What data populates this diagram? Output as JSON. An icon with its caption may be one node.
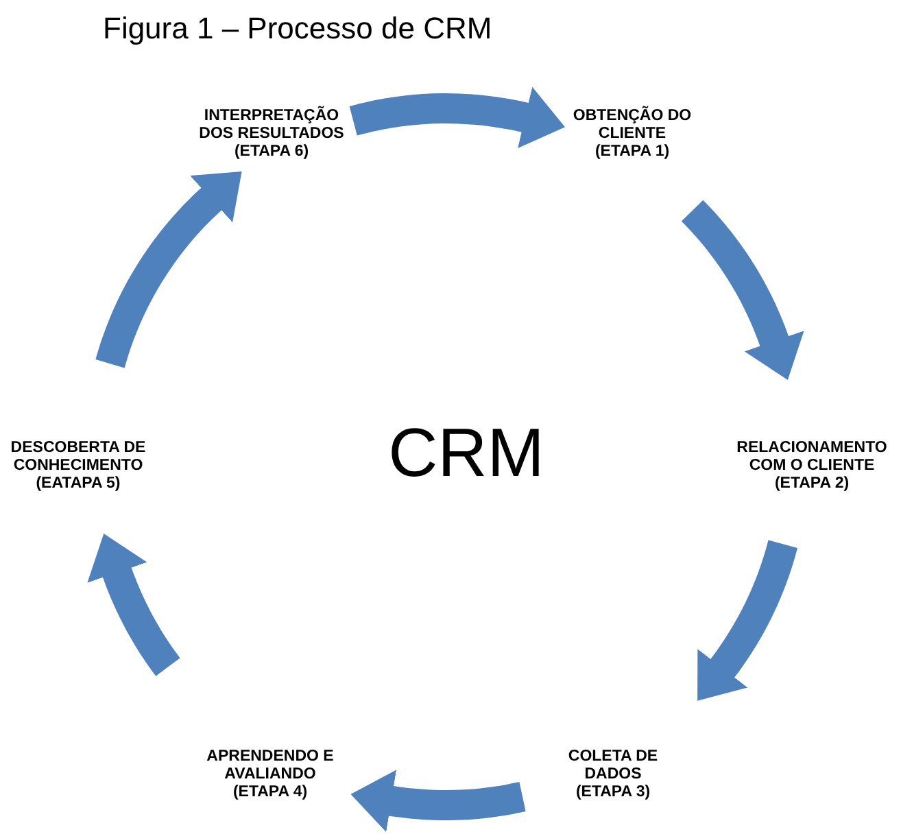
{
  "diagram": {
    "title": "Figura 1 – Processo de CRM",
    "nodes": [
      {
        "text": [
          "INTERPRETAÇÃO DOS RESULTADOS (ETAPA 6)"
        ]
      },
      {
        "text": [
          "OBTENÇÃO DO CLIENTE (ETAPA 1)"
        ]
      },
      {
        "text": [
          "DESCOBERTA DE CONHECIMENTO (EATAPA 5)"
        ]
      },
      {
        "text": [
          "RELACIONAMENTO COM O CLIENTE (ETAPA 2)"
        ]
      },
      {
        "text": [
          "APRENDENDO E AVALIANDO (ETAPA 4)"
        ]
      },
      {
        "text": [
          "COLETA DE DADOS (ETAPA 3)"
        ]
      }
    ],
    "edges": [
      {
        "from": 0,
        "to": 1,
        "arrow": "to"
      },
      {
        "from": 1,
        "to": 3,
        "arrow": "to"
      },
      {
        "from": 3,
        "to": 5,
        "arrow": "to"
      },
      {
        "from": 5,
        "to": 4,
        "arrow": "to"
      },
      {
        "from": 4,
        "to": 2,
        "arrow": "to"
      },
      {
        "from": 2,
        "to": 0,
        "arrow": "to"
      }
    ],
    "labels": [
      "CRM"
    ]
  }
}
